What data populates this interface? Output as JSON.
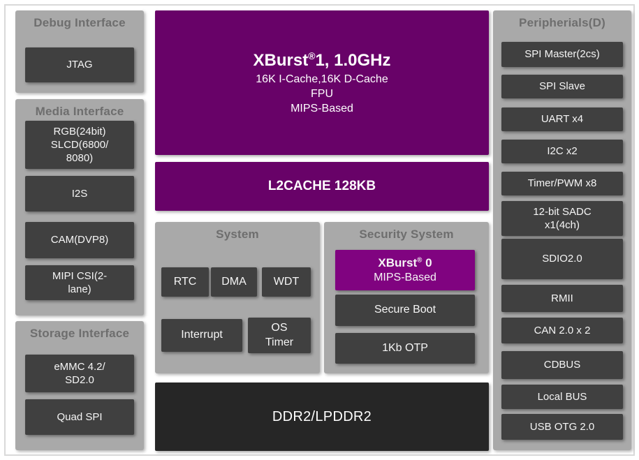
{
  "colors": {
    "frame": "#d9d9d9",
    "panel": "#a9a9a9",
    "title": "#6e6e6e",
    "block": "#404040",
    "blocktext": "#f5f5f5",
    "purple1": "#680268",
    "purple0": "#800380",
    "ddr": "#262626"
  },
  "debug": {
    "title": "Debug Interface",
    "items": [
      "JTAG"
    ]
  },
  "media": {
    "title": "Media Interface",
    "items": [
      "RGB(24bit)\nSLCD(6800/\n8080)",
      "I2S",
      "CAM(DVP8)",
      "MIPI CSI(2-\nlane)"
    ]
  },
  "storage": {
    "title": "Storage Interface",
    "items": [
      "eMMC 4.2/\nSD2.0",
      "Quad SPI"
    ]
  },
  "cpu": {
    "name": "XBurst",
    "reg": "®",
    "rest": "1, 1.0GHz",
    "lines": [
      "16K I-Cache,16K D-Cache",
      "FPU",
      "MIPS-Based"
    ]
  },
  "l2cache": {
    "label": "L2CACHE 128KB"
  },
  "system": {
    "title": "System",
    "items": [
      "RTC",
      "DMA",
      "WDT",
      "Interrupt",
      "OS\nTimer"
    ]
  },
  "security": {
    "title": "Security System",
    "cpu": {
      "name": "XBurst",
      "reg": "®",
      "rest": " 0",
      "sub": "MIPS-Based"
    },
    "items": [
      "Secure Boot",
      "1Kb OTP"
    ]
  },
  "ddr": {
    "label": "DDR2/LPDDR2"
  },
  "peripherals": {
    "title": "Peripherials(D)",
    "items": [
      "SPI Master(2cs)",
      "SPI Slave",
      "UART x4",
      "I2C x2",
      "Timer/PWM x8",
      "12-bit SADC\nx1(4ch)",
      "SDIO2.0",
      "RMII",
      "CAN 2.0 x 2",
      "CDBUS",
      "Local BUS",
      "USB OTG 2.0"
    ]
  }
}
